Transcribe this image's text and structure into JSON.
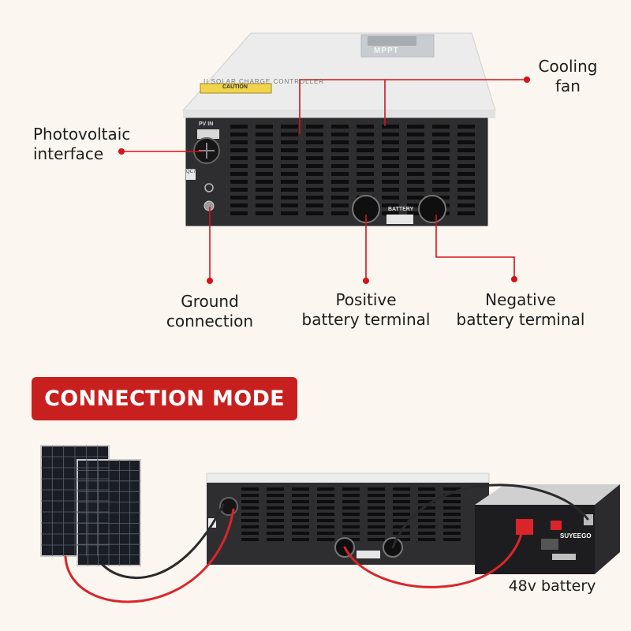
{
  "callouts": {
    "cooling_fan": [
      "Cooling",
      "fan"
    ],
    "pv_interface": [
      "Photovoltaic",
      "interface"
    ],
    "ground": [
      "Ground",
      "connection"
    ],
    "positive": [
      "Positive",
      "battery terminal"
    ],
    "negative": [
      "Negative",
      "battery terminal"
    ]
  },
  "device": {
    "lid_text": "II SOLAR CHARGE CONTROLLER",
    "display_text": "MPPT",
    "caution_text": "CAUTION",
    "pv_label": "PV IN",
    "battery_label": "BATTERY",
    "qc_label": "QC7"
  },
  "banner": {
    "title": "CONNECTION MODE"
  },
  "battery": {
    "brand": "SUYEEGO",
    "caption": "48v battery"
  },
  "colors": {
    "accent_red": "#c8201e",
    "leader_red": "#d6121b",
    "cable_red": "#d9252a",
    "cable_black": "#2a2a2a"
  }
}
